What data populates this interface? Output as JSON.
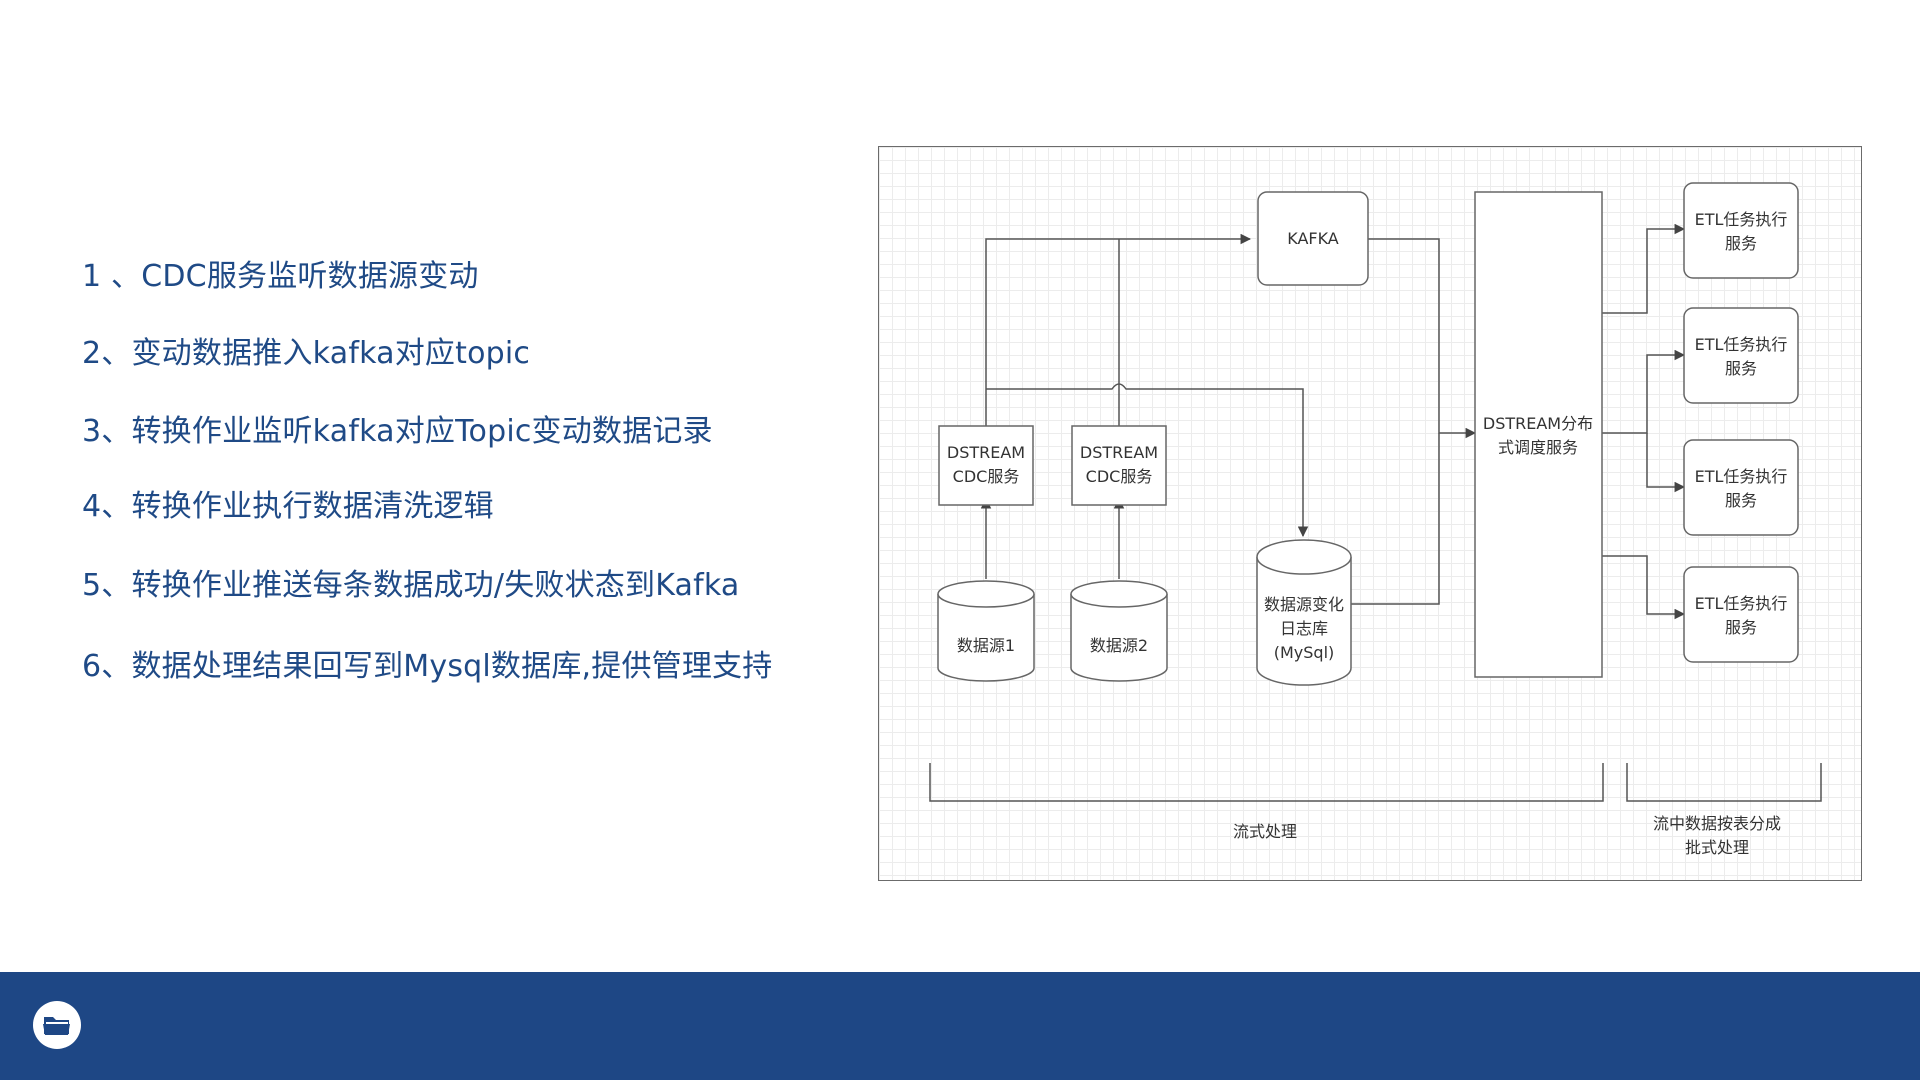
{
  "steps": [
    "1 、CDC服务监听数据源变动",
    "2、变动数据推入kafka对应topic",
    "3、转换作业监听kafka对应Topic变动数据记录",
    "4、转换作业执行数据清洗逻辑",
    "5、转换作业推送每条数据成功/失败状态到Kafka",
    "6、数据处理结果回写到Mysql数据库,提供管理支持"
  ],
  "diagram": {
    "kafka": "KAFKA",
    "cdc_service_1": [
      "DSTREAM",
      "CDC服务"
    ],
    "cdc_service_2": [
      "DSTREAM",
      "CDC服务"
    ],
    "data_source_1": "数据源1",
    "data_source_2": "数据源2",
    "change_log_db": [
      "数据源变化",
      "日志库",
      "(MySql)"
    ],
    "scheduler": [
      "DSTREAM分布",
      "式调度服务"
    ],
    "etl_services": [
      [
        "ETL任务执行",
        "服务"
      ],
      [
        "ETL任务执行",
        "服务"
      ],
      [
        "ETL任务执行",
        "服务"
      ],
      [
        "ETL任务执行",
        "服务"
      ]
    ],
    "stream_processing": "流式处理",
    "batch_processing": [
      "流中数据按表分成",
      "批式处理"
    ]
  },
  "colors": {
    "text": "#1f4a86",
    "footer": "#1e4785",
    "grid": "#ececec"
  },
  "footer": {
    "icon": "folder-icon"
  }
}
